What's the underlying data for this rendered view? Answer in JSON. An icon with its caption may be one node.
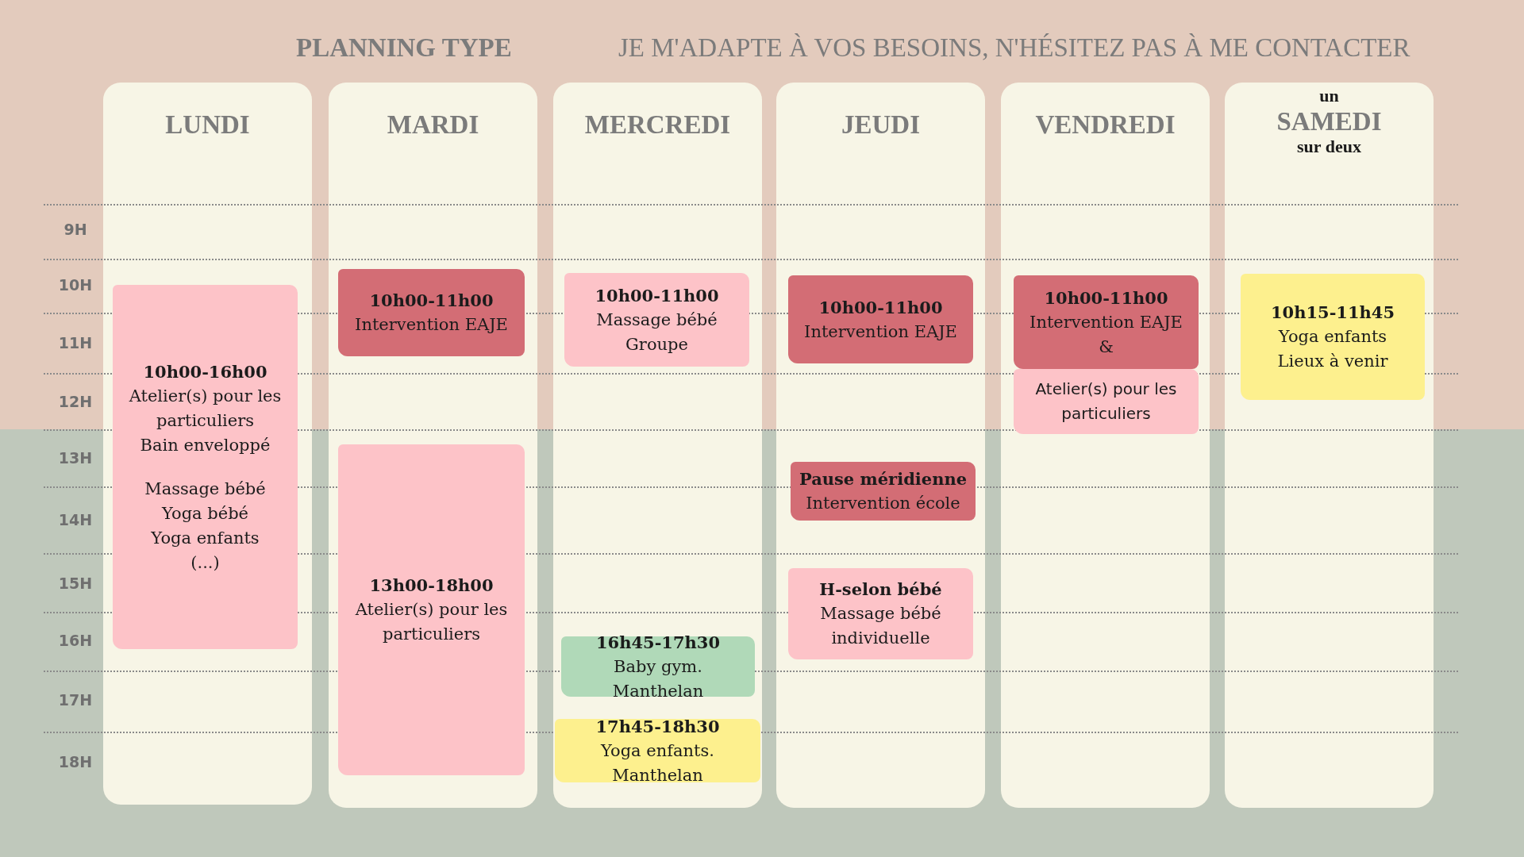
{
  "diagram": {
    "title": "PLANNING TYPE",
    "nodes": [
      {
        "text": [
          "LUNDI"
        ]
      },
      {
        "text": [
          "10h00-16h00",
          "Atelier(s) pour les particuliers",
          "Bain enveloppé",
          "Massage bébé",
          "Yoga bébé",
          "Yoga enfants",
          "(...)"
        ],
        "in": 0
      },
      {
        "text": [
          "MARDI"
        ]
      },
      {
        "text": [
          "10h00-11h00",
          "Intervention EAJE"
        ],
        "in": 2
      },
      {
        "text": [
          "13h00-18h00",
          "Atelier(s) pour les particuliers"
        ],
        "in": 2
      },
      {
        "text": [
          "MERCREDI"
        ]
      },
      {
        "text": [
          "10h00-11h00",
          "Massage bébé",
          "Groupe"
        ],
        "in": 5
      },
      {
        "text": [
          "16h45-17h30",
          "Baby gym. Manthelan"
        ],
        "in": 5
      },
      {
        "text": [
          "17h45-18h30",
          "Yoga enfants. Manthelan"
        ],
        "in": 5
      },
      {
        "text": [
          "JEUDI"
        ]
      },
      {
        "text": [
          "10h00-11h00",
          "Intervention EAJE"
        ],
        "in": 9
      },
      {
        "text": [
          "Pause méridienne",
          "Intervention école"
        ],
        "in": 9
      },
      {
        "text": [
          "H-selon bébé",
          "Massage bébé individuelle"
        ],
        "in": 9
      },
      {
        "text": [
          "VENDREDI"
        ]
      },
      {
        "text": [
          "10h00-11h00",
          "Intervention EAJE",
          "&"
        ],
        "in": 13
      },
      {
        "text": [
          "Atelier(s) pour les particuliers"
        ],
        "in": 13
      },
      {
        "text": [
          "un",
          "SAMEDI",
          "sur deux"
        ]
      },
      {
        "text": [
          "10h15-11h45",
          "Yoga enfants",
          "Lieux à venir"
        ],
        "in": 16
      }
    ],
    "labels": [
      "JE M'ADAPTE À VOS BESOINS, N'HÉSITEZ PAS À ME CONTACTER",
      "9H",
      "10H",
      "11H",
      "12H",
      "13H",
      "14H",
      "15H",
      "16H",
      "17H",
      "18H"
    ]
  }
}
